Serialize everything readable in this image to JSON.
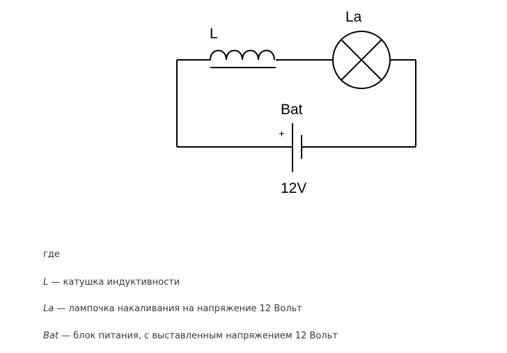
{
  "diagram": {
    "labels": {
      "inductor": "L",
      "lamp": "La",
      "battery": "Bat",
      "voltage": "12V",
      "polarity": "+"
    }
  },
  "legend": {
    "intro": "где",
    "items": [
      {
        "symbol": "L",
        "text": " — катушка индуктивности"
      },
      {
        "symbol": "La",
        "text": " — лампочка накаливания на напряжение 12 Вольт"
      },
      {
        "symbol": "Bat",
        "text": " — блок питания, с выставленным напряжением 12 Вольт"
      }
    ]
  }
}
